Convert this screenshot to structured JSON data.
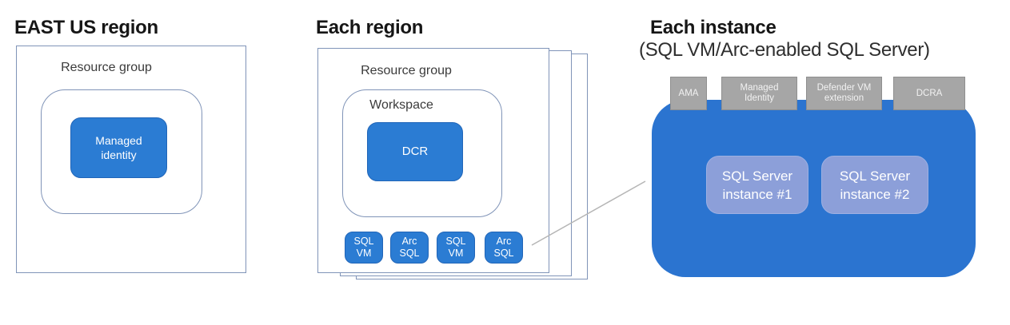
{
  "colors": {
    "primary_blue": "#2b74d0",
    "chip_blue": "#2b7cd3",
    "chip_blue_border": "#2065b8",
    "periwinkle": "#8c9fd9",
    "periwinkle_border": "#9db0e2",
    "gray_chip": "#a6a6a6",
    "gray_chip_border": "#8f8f8f",
    "box_border": "#8094b8",
    "connector": "#b5b5b5"
  },
  "east_us": {
    "title": "EAST US region",
    "resource_group_label": "Resource group",
    "managed_identity": "Managed\nidentity"
  },
  "each_region": {
    "title": "Each region",
    "resource_group_label": "Resource group",
    "workspace_label": "Workspace",
    "dcr": "DCR",
    "chips": [
      "SQL\nVM",
      "Arc\nSQL",
      "SQL\nVM",
      "Arc\nSQL"
    ]
  },
  "each_instance": {
    "title": "Each instance",
    "subtitle": "(SQL VM/Arc-enabled SQL Server)",
    "extensions": [
      "AMA",
      "Managed\nIdentity",
      "Defender VM\nextension",
      "DCRA"
    ],
    "instances": [
      "SQL Server\ninstance #1",
      "SQL Server\ninstance #2"
    ]
  }
}
